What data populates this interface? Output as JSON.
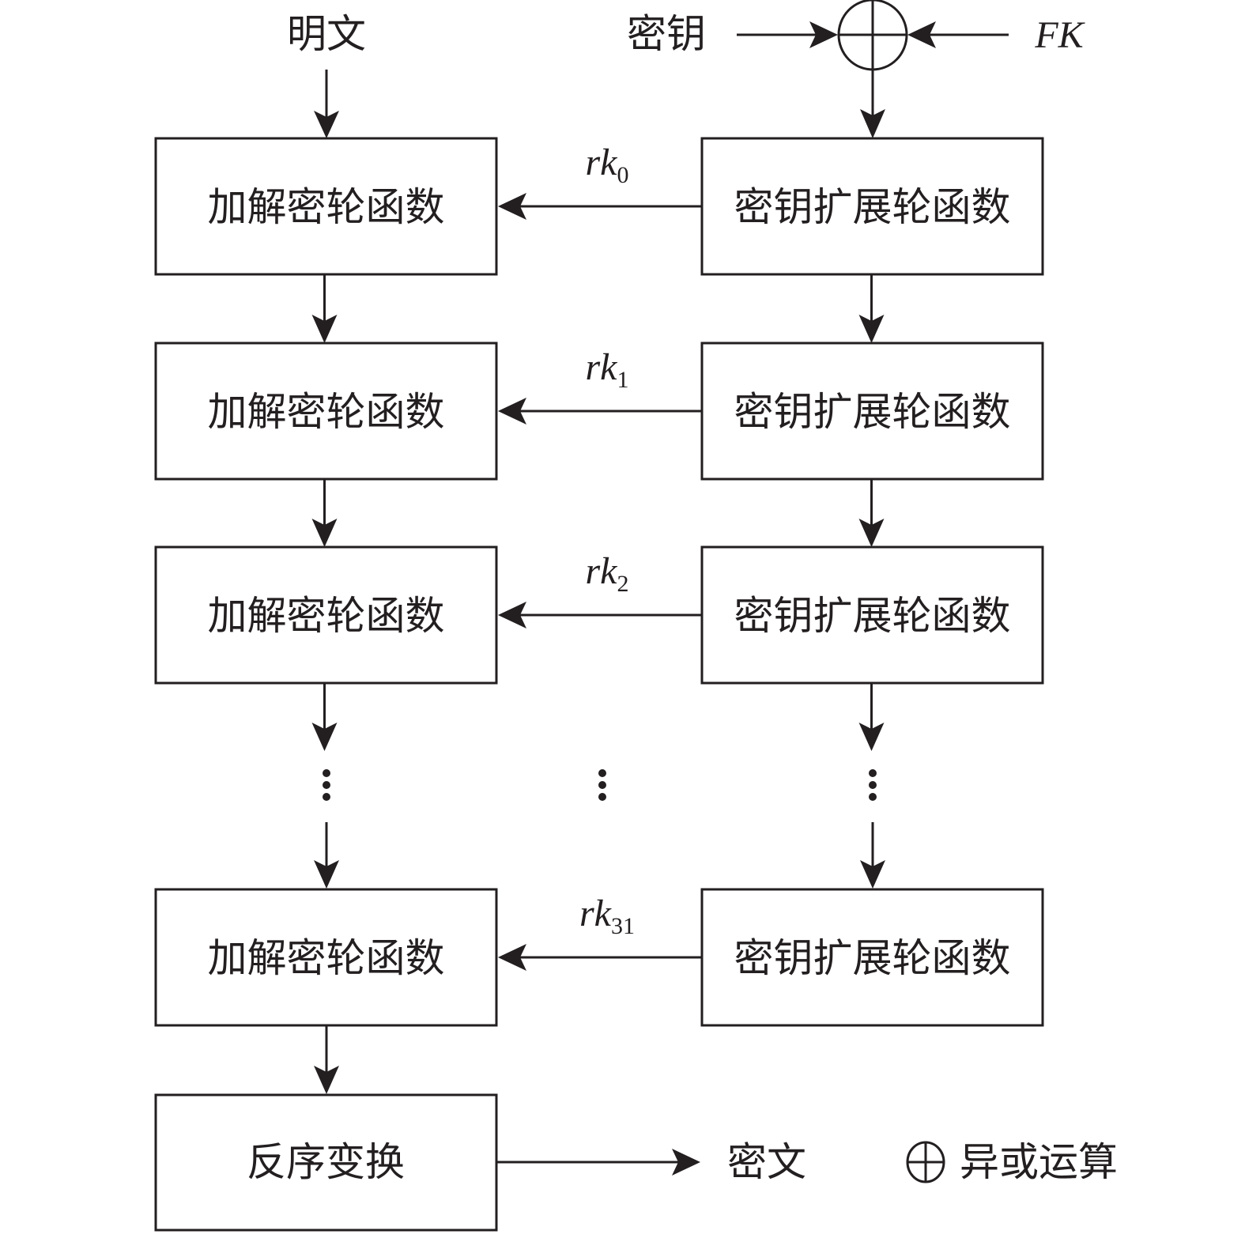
{
  "diagram": {
    "title": "SM4 encryption/decryption and key expansion flow",
    "inputs": {
      "plaintext_label": "明文",
      "key_label": "密钥",
      "fk_label": "FK"
    },
    "xor_symbol": "xor-circle",
    "round_function_label": "加解密轮函数",
    "key_expansion_label": "密钥扩展轮函数",
    "rounds": [
      {
        "round_key": "rk",
        "sub": "0"
      },
      {
        "round_key": "rk",
        "sub": "1"
      },
      {
        "round_key": "rk",
        "sub": "2"
      },
      {
        "round_key": "rk",
        "sub": "31"
      }
    ],
    "ellipsis": "⋮",
    "reverse_transform_label": "反序变换",
    "output_label": "密文",
    "legend": {
      "symbol": "xor-circle",
      "label": "异或运算"
    },
    "colors": {
      "ink": "#231f20",
      "background": "#ffffff"
    }
  }
}
